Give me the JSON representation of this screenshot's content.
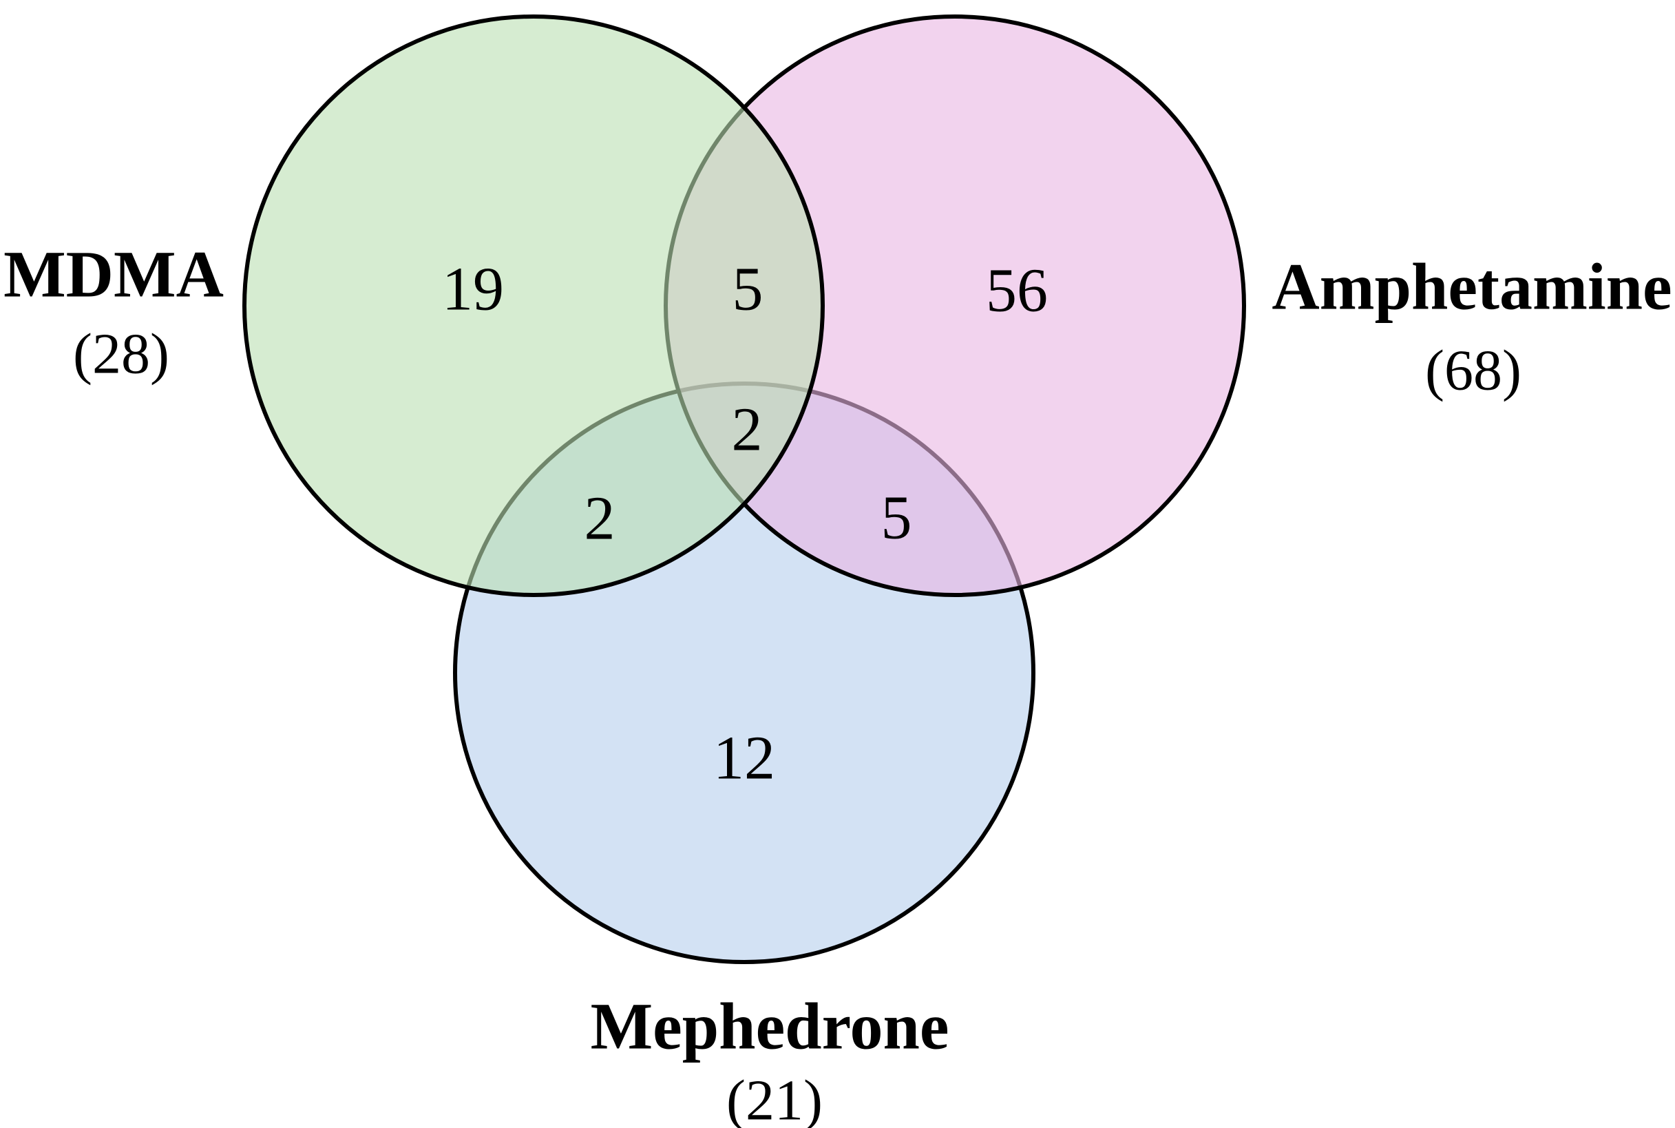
{
  "labels": {
    "mdma": {
      "name": "MDMA",
      "count": "(28)"
    },
    "amphetamine": {
      "name": "Amphetamine",
      "count": "(68)"
    },
    "mephedrone": {
      "name": "Mephedrone",
      "count": "(21)"
    }
  },
  "regions": {
    "mdma_only": "19",
    "mdma_amphetamine": "5",
    "amphetamine_only": "56",
    "mdma_amphetamine_mephedrone": "2",
    "mdma_mephedrone": "2",
    "amphetamine_mephedrone": "5",
    "mephedrone_only": "12"
  },
  "colors": {
    "mdma_fill": "#bbdfb2",
    "amphetamine_fill": "#e9b6e3",
    "mephedrone_fill": "#b6cfed",
    "stroke": "#000000",
    "background": "#ffffff"
  },
  "chart_data": {
    "type": "venn",
    "title": "",
    "sets": [
      {
        "label": "MDMA",
        "size": 28
      },
      {
        "label": "Amphetamine",
        "size": 68
      },
      {
        "label": "Mephedrone",
        "size": 21
      }
    ],
    "regions": {
      "MDMA_only": 19,
      "Amphetamine_only": 56,
      "Mephedrone_only": 12,
      "MDMA_and_Amphetamine": 5,
      "MDMA_and_Mephedrone": 2,
      "Amphetamine_and_Mephedrone": 5,
      "MDMA_and_Amphetamine_and_Mephedrone": 2
    },
    "legend_position": "outside-circle-labels",
    "grid": false
  }
}
